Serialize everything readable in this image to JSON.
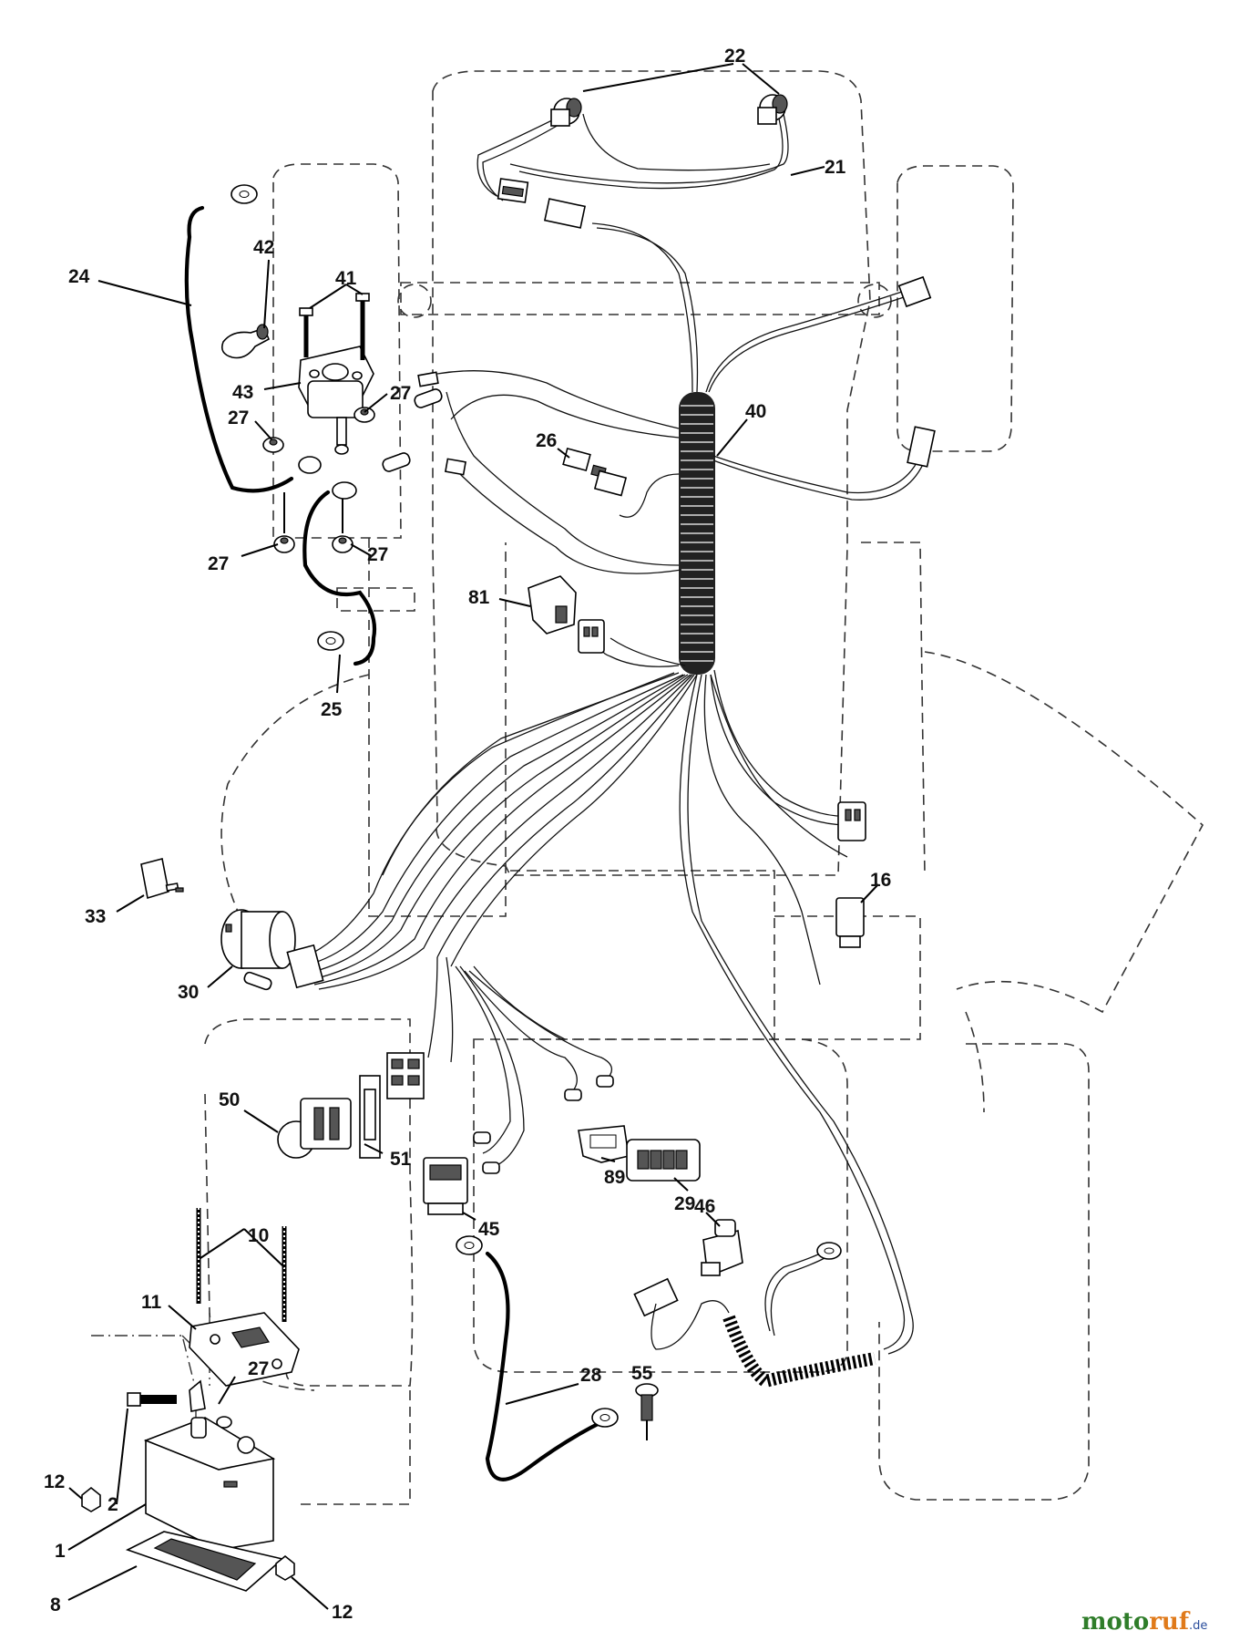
{
  "callouts": [
    {
      "id": "22",
      "label": "22"
    },
    {
      "id": "21",
      "label": "21"
    },
    {
      "id": "24",
      "label": "24"
    },
    {
      "id": "42",
      "label": "42"
    },
    {
      "id": "41",
      "label": "41"
    },
    {
      "id": "43",
      "label": "43"
    },
    {
      "id": "27a",
      "label": "27"
    },
    {
      "id": "27b",
      "label": "27"
    },
    {
      "id": "27c",
      "label": "27"
    },
    {
      "id": "27d",
      "label": "27"
    },
    {
      "id": "27e",
      "label": "27"
    },
    {
      "id": "40",
      "label": "40"
    },
    {
      "id": "26",
      "label": "26"
    },
    {
      "id": "81",
      "label": "81"
    },
    {
      "id": "25",
      "label": "25"
    },
    {
      "id": "16",
      "label": "16"
    },
    {
      "id": "33",
      "label": "33"
    },
    {
      "id": "30",
      "label": "30"
    },
    {
      "id": "50",
      "label": "50"
    },
    {
      "id": "51",
      "label": "51"
    },
    {
      "id": "89",
      "label": "89"
    },
    {
      "id": "29",
      "label": "29"
    },
    {
      "id": "46",
      "label": "46"
    },
    {
      "id": "45",
      "label": "45"
    },
    {
      "id": "10",
      "label": "10"
    },
    {
      "id": "11",
      "label": "11"
    },
    {
      "id": "28",
      "label": "28"
    },
    {
      "id": "55",
      "label": "55"
    },
    {
      "id": "12a",
      "label": "12"
    },
    {
      "id": "12b",
      "label": "12"
    },
    {
      "id": "2",
      "label": "2"
    },
    {
      "id": "1",
      "label": "1"
    },
    {
      "id": "8",
      "label": "8"
    }
  ],
  "watermark": {
    "part1": "moto",
    "part2": "ruf",
    "tld": ".de"
  },
  "colors": {
    "line": "#000000",
    "background": "#ffffff",
    "brand_green": "#2f7d2a",
    "brand_orange": "#e07a1a"
  }
}
